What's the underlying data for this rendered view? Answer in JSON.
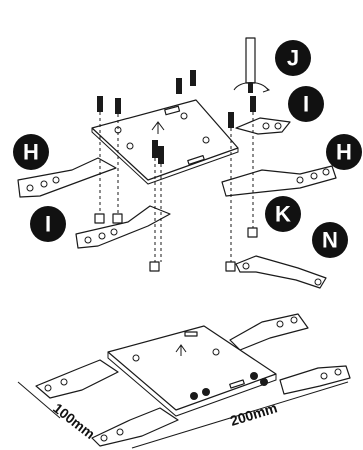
{
  "labels": {
    "screwdriver": "J",
    "spacer_left_upper": "H",
    "spacer_left_lower": "I",
    "spacer_right_upper": "I",
    "spacer_right_lower": "H",
    "knob": "K",
    "nut_bar": "N"
  },
  "dimensions": {
    "width": "200mm",
    "depth": "100mm"
  },
  "colors": {
    "ink": "#1a1a1a",
    "badge": "#111111",
    "background": "#ffffff"
  }
}
